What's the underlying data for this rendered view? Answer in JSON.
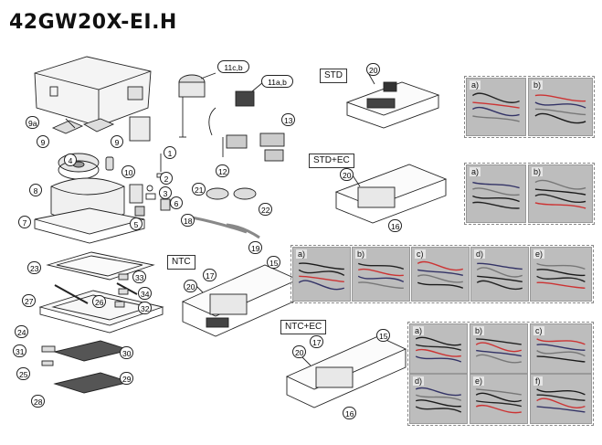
{
  "title": "42GW20X-EI.H",
  "sections": {
    "std": "STD",
    "std_ec": "STD+EC",
    "ntc": "NTC",
    "ntc_ec": "NTC+EC"
  },
  "part_numbers": {
    "p1": "1",
    "p2": "2",
    "p3": "3",
    "p4": "4",
    "p5": "5",
    "p6": "6",
    "p7": "7",
    "p8": "8",
    "p9a": "9a",
    "p9": "9",
    "p9b": "9",
    "p10": "10",
    "p11cb": "11c,b",
    "p11ab": "11a,b",
    "p12": "12",
    "p13": "13",
    "p15a": "15",
    "p15b": "15",
    "p16a": "16",
    "p16b": "16",
    "p17a": "17",
    "p17b": "17",
    "p18": "18",
    "p19": "19",
    "p20a": "20",
    "p20b": "20",
    "p20c": "20",
    "p20d": "20",
    "p21": "21",
    "p22": "22",
    "p23": "23",
    "p24": "24",
    "p25": "25",
    "p26": "26",
    "p27": "27",
    "p28": "28",
    "p29": "29",
    "p30": "30",
    "p31": "31",
    "p32": "32",
    "p33": "33",
    "p34": "34"
  },
  "photo_labels": {
    "std_a": "a)",
    "std_b": "b)",
    "stdec_a": "a)",
    "stdec_b": "b)",
    "ntc_a": "a)",
    "ntc_b": "b)",
    "ntc_c": "c)",
    "ntc_d": "d)",
    "ntc_e": "e)",
    "ntcec_a": "a)",
    "ntcec_b": "b)",
    "ntcec_c": "c)",
    "ntcec_d": "d)",
    "ntcec_e": "e)",
    "ntcec_f": "f)"
  }
}
